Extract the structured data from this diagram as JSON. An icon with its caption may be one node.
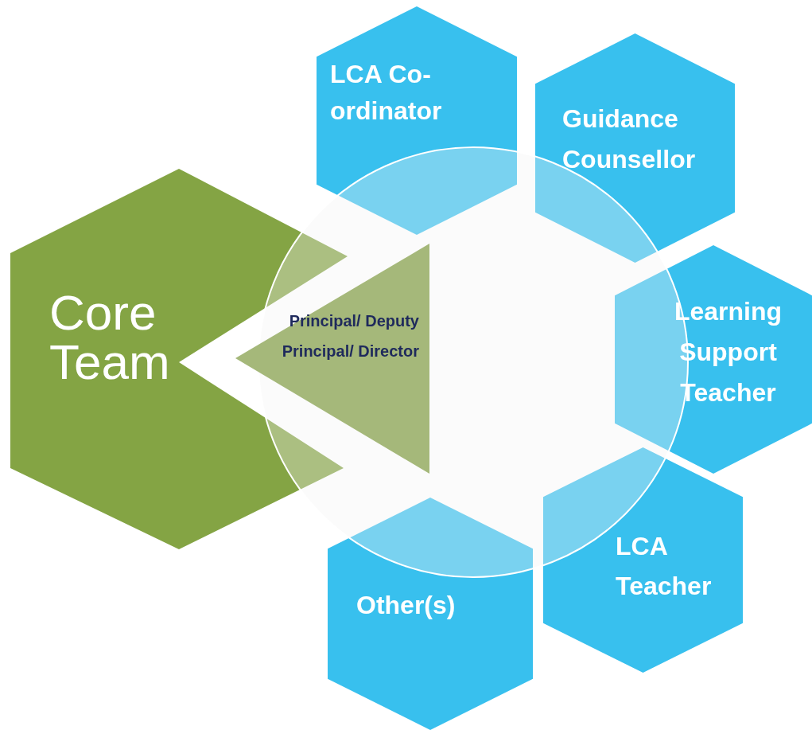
{
  "diagram": {
    "nodes": [
      {
        "text": [
          "Core Team"
        ]
      },
      {
        "text": [
          "Principal/ Deputy Principal/ Director"
        ]
      },
      {
        "text": [
          "LCA Co-ordinator"
        ]
      },
      {
        "text": [
          "Guidance Counsellor"
        ]
      },
      {
        "text": [
          "Learning Support Teacher"
        ]
      },
      {
        "text": [
          "LCA Teacher"
        ]
      },
      {
        "text": [
          "Other(s)"
        ]
      }
    ],
    "edges": []
  }
}
